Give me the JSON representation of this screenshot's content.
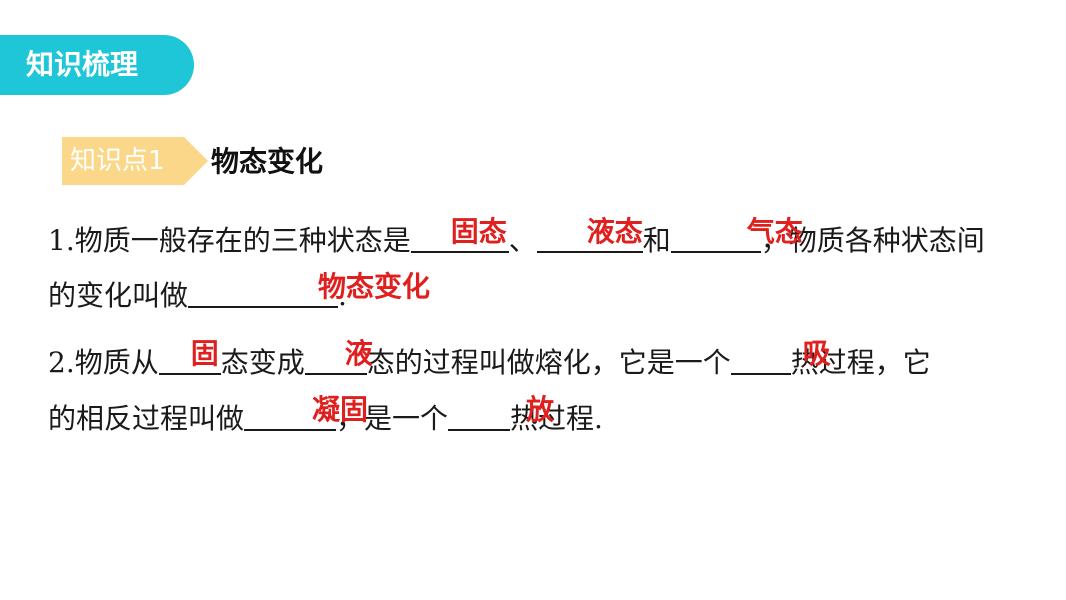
{
  "header": {
    "section_title": "知识梳理"
  },
  "knowledge_point": {
    "badge": "知识点1",
    "title": "物态变化"
  },
  "q1": {
    "line1": {
      "t1": "1.物质一般存在的三种状态是",
      "a1": "固态",
      "t2": "、",
      "a2": "液态",
      "t3": "和",
      "a3": "气态",
      "t4": "，物质各种状态间"
    },
    "line2": {
      "t1": "的变化叫做",
      "a1": "物态变化",
      "t2": "."
    }
  },
  "q2": {
    "line1": {
      "t1": "2.物质从",
      "a1": "固",
      "t2": "态变成",
      "a2": "液",
      "t3": "态的过程叫做熔化，它是一个",
      "a3": "吸",
      "t4": "热过程，它"
    },
    "line2": {
      "t1": "的相反过程叫做",
      "a1": "凝固",
      "t2": "，是一个",
      "a2": "放",
      "t3": "热过程."
    }
  }
}
